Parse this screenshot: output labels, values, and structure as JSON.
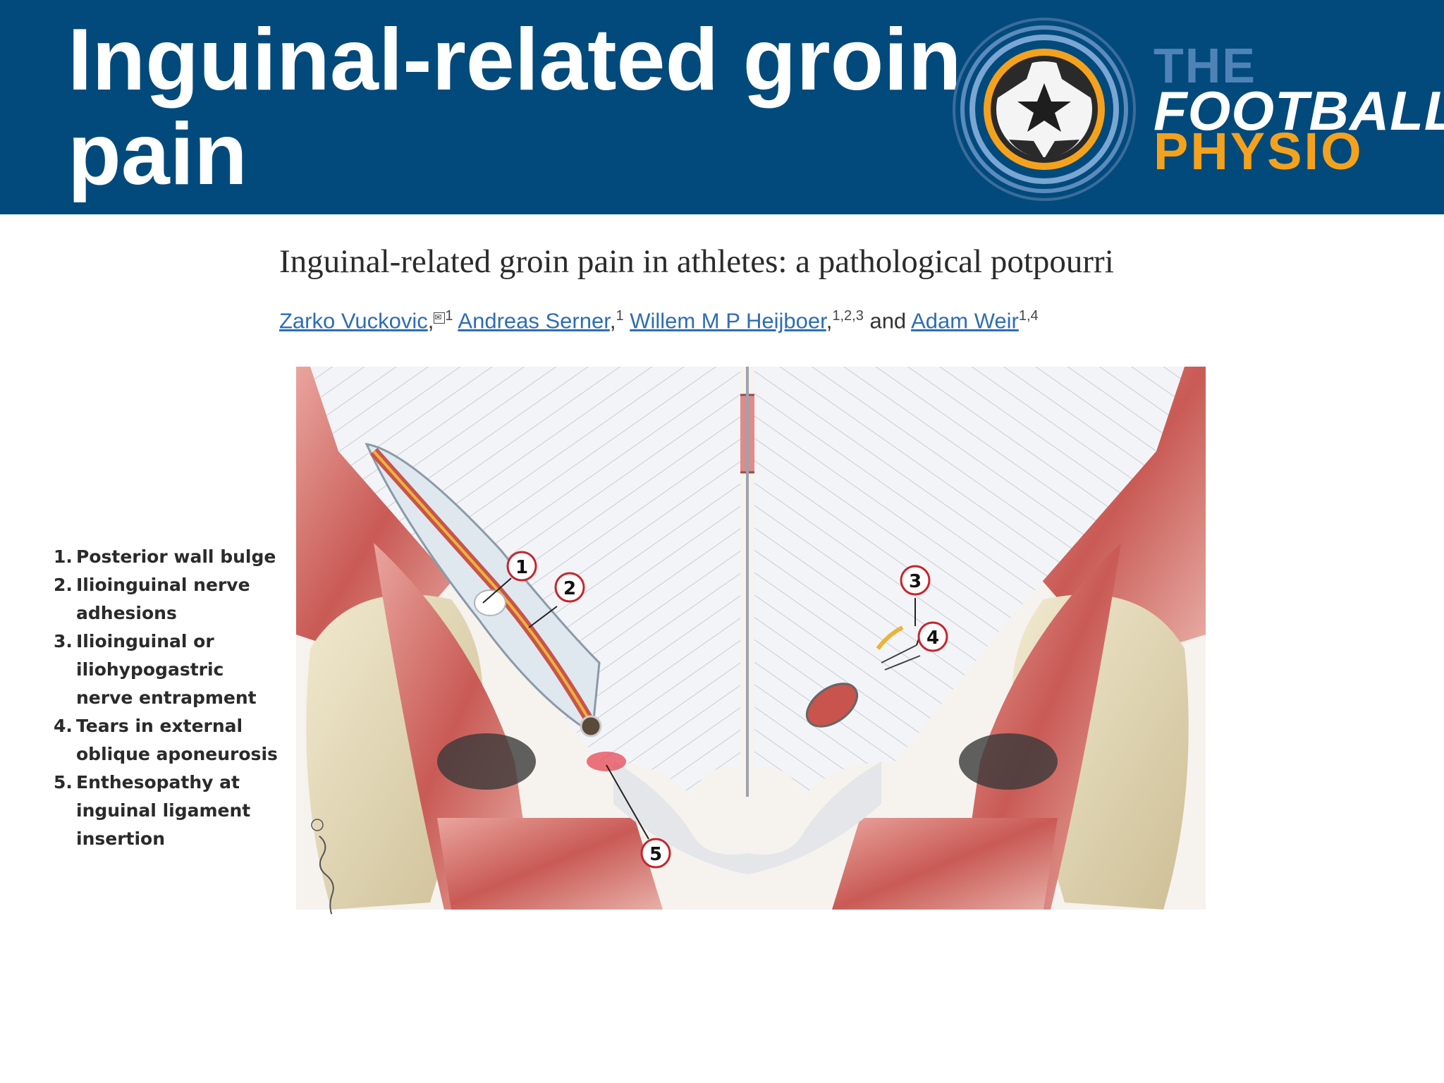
{
  "header": {
    "title_line1": "Inguinal-related groin",
    "title_line2": "pain",
    "brand_the": "THE",
    "brand_football": "FOOTBALL",
    "brand_physio": "PHYSIO",
    "colors": {
      "banner": "#024a7c",
      "accent": "#f4a21d",
      "the_text": "#4f83b8"
    }
  },
  "paper": {
    "title": "Inguinal-related groin pain in athletes: a pathological potpourri",
    "authors": [
      {
        "name": "Zarko Vuckovic",
        "affil": "1"
      },
      {
        "name": "Andreas Serner",
        "affil": "1"
      },
      {
        "name": "Willem M P Heijboer",
        "affil": "1,2,3"
      },
      {
        "name": "Adam Weir",
        "affil": "1,4"
      }
    ],
    "conjunction": "and",
    "link_color": "#2e6db4"
  },
  "figure": {
    "markers": [
      "1",
      "2",
      "3",
      "4",
      "5"
    ],
    "legend": [
      {
        "num": "1.",
        "lines": [
          "Posterior wall bulge"
        ]
      },
      {
        "num": "2.",
        "lines": [
          "Ilioinguinal nerve adhesions"
        ]
      },
      {
        "num": "3.",
        "lines": [
          "Ilioinguinal or iliohypogastric",
          "nerve entrapment"
        ]
      },
      {
        "num": "4.",
        "lines": [
          "Tears in external",
          "oblique aponeurosis"
        ]
      },
      {
        "num": "5.",
        "lines": [
          "Enthesopathy at",
          "inguinal ligament",
          "insertion"
        ]
      }
    ]
  }
}
